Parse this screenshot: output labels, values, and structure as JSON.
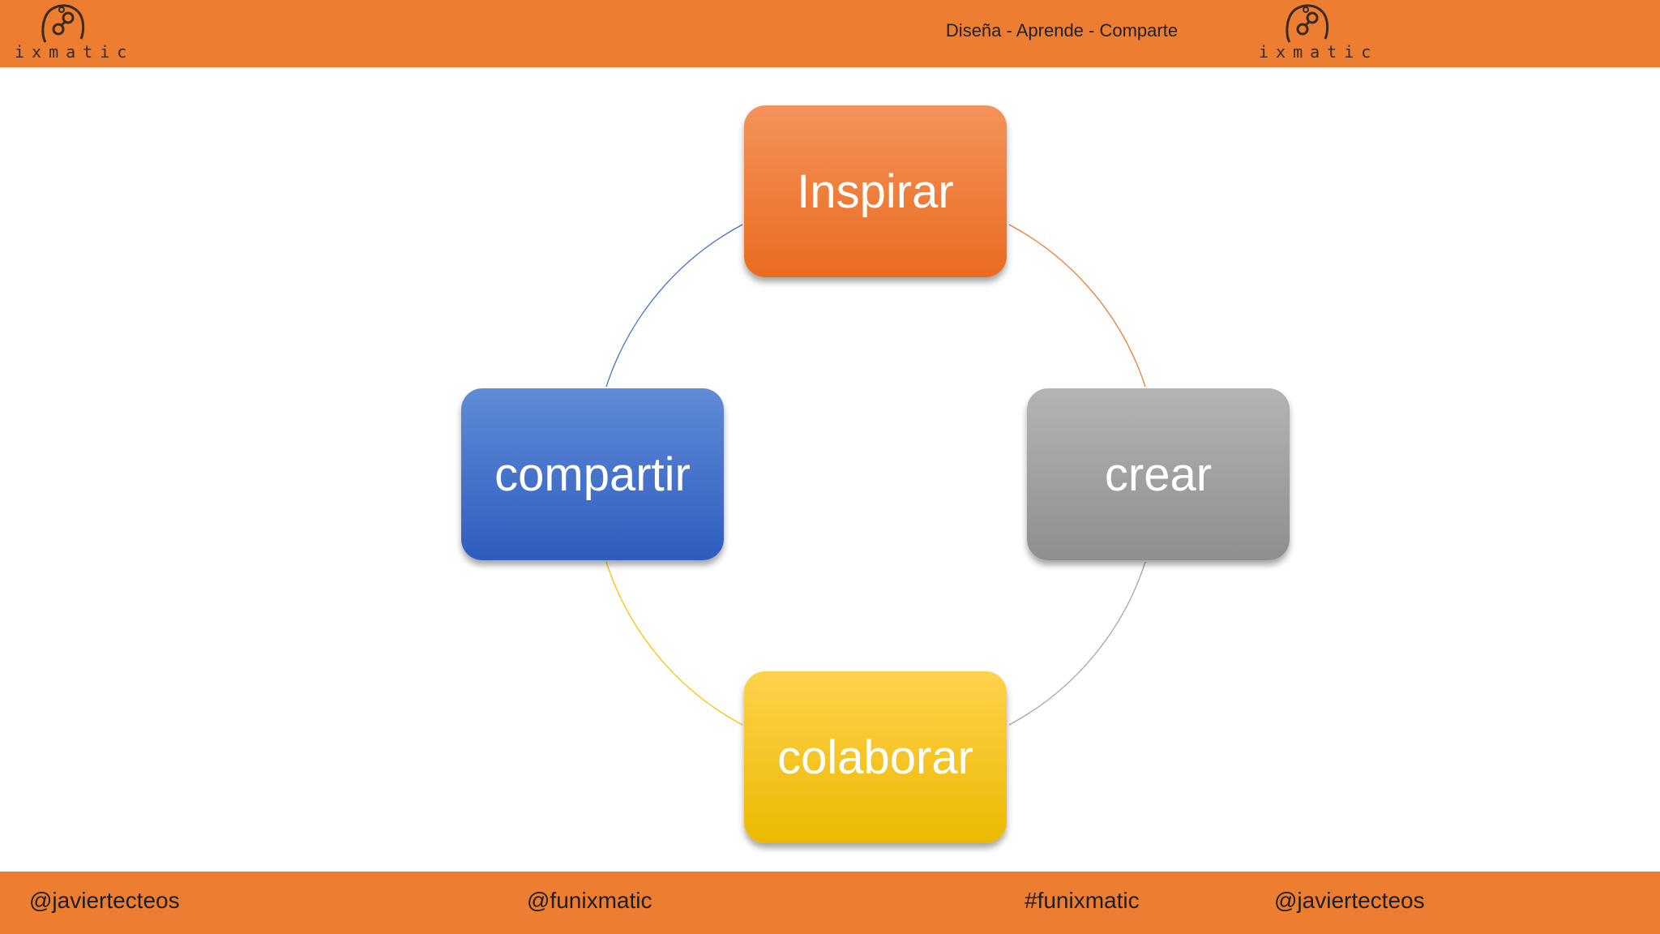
{
  "header": {
    "logo_text": "ixmatic",
    "tagline": "Diseña - Aprende - Comparte",
    "color": "#ed7d31"
  },
  "cycle": {
    "steps": [
      {
        "label": "Inspirar",
        "color": "#ed7d31"
      },
      {
        "label": "crear",
        "color": "#a5a5a5"
      },
      {
        "label": "colaborar",
        "color": "#ffc000"
      },
      {
        "label": "compartir",
        "color": "#4472c4"
      }
    ]
  },
  "footer": {
    "handles": [
      "@javiertecteos",
      "@funixmatic",
      "#funixmatic",
      "@javiertecteos"
    ],
    "color": "#ed7d31"
  }
}
